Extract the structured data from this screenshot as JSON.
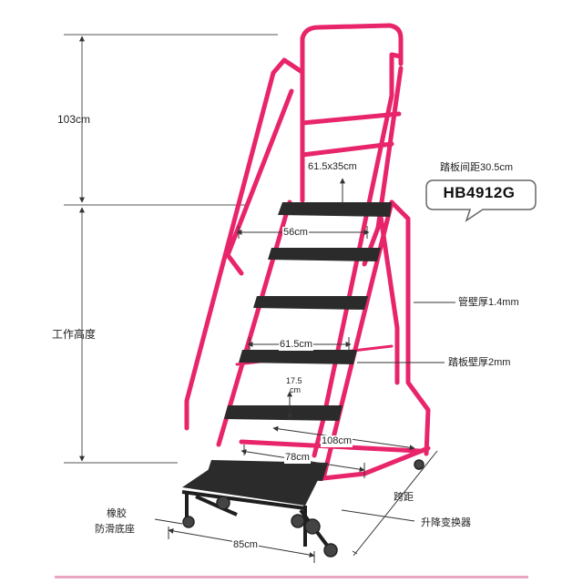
{
  "model": "HB4912G",
  "colors": {
    "frame": "#e8246a",
    "frame_dark": "#b01e52",
    "tread": "#2b2b2b",
    "base": "#1e1e1e",
    "line": "#333333",
    "accent_bar": "#e9a6c2"
  },
  "labels": {
    "guard_height": "103cm",
    "work_height": "工作高度",
    "platform_size": "61.5x35cm",
    "step_spacing": "踏板间距30.5cm",
    "top_width": "56cm",
    "tube_wall": "管壁厚1.4mm",
    "step_width": "61.5cm",
    "tread_wall": "踏板壁厚2mm",
    "gap": "17.5",
    "gap_unit": "cm",
    "depth": "108cm",
    "base_inner": "78cm",
    "span": "跨距",
    "base_width": "85cm",
    "rubber_line1": "橡胶",
    "rubber_line2": "防滑底座",
    "lift_switch": "升降变换器"
  }
}
